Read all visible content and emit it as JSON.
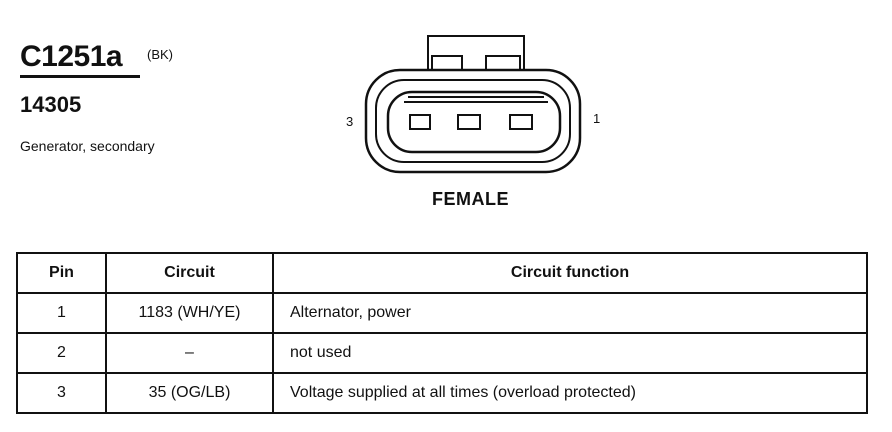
{
  "header": {
    "connector_code": "C1251a",
    "color_code": "(BK)",
    "part_number": "14305",
    "description": "Generator, secondary"
  },
  "diagram": {
    "pin_left": "3",
    "pin_right": "1",
    "gender": "FEMALE"
  },
  "table": {
    "headers": [
      "Pin",
      "Circuit",
      "Circuit function"
    ],
    "rows": [
      {
        "pin": "1",
        "circuit": "1183 (WH/YE)",
        "function": "Alternator, power"
      },
      {
        "pin": "2",
        "circuit": "–",
        "function": "not used"
      },
      {
        "pin": "3",
        "circuit": "35 (OG/LB)",
        "function": "Voltage supplied at all times (overload protected)"
      }
    ]
  }
}
